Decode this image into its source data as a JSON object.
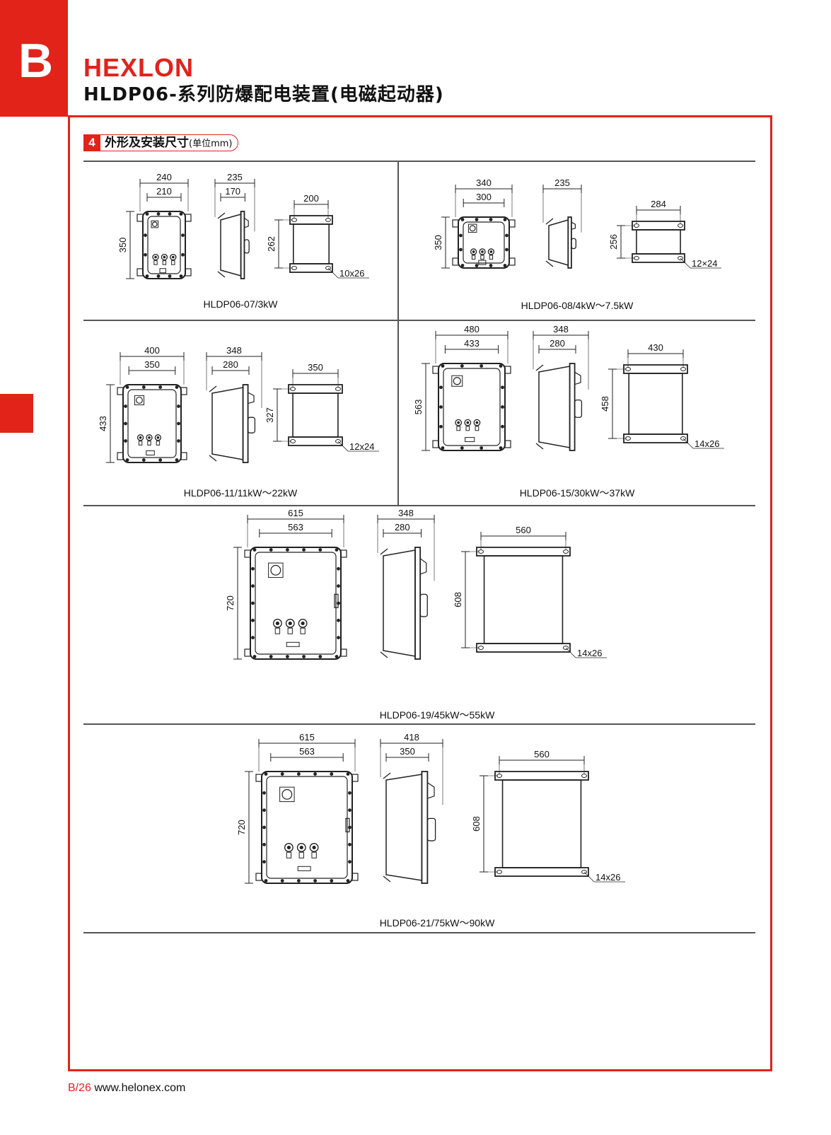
{
  "header": {
    "section_letter": "B",
    "brand": "HEXLON",
    "title": "HLDP06-系列防爆配电装置(电磁起动器)"
  },
  "section": {
    "number": "4",
    "title": "外形及安装尺寸",
    "unit": "(单位mm)"
  },
  "models": [
    {
      "caption": "HLDP06-07/3kW",
      "front": {
        "outer": "240",
        "inner": "210",
        "height": "350"
      },
      "side": {
        "outer": "235",
        "inner": "170"
      },
      "mount": {
        "width": "200",
        "height": "262",
        "hole": "10x26"
      }
    },
    {
      "caption": "HLDP06-08/4kW～7.5kW",
      "front": {
        "outer": "340",
        "inner": "300",
        "height": "350"
      },
      "side": {
        "outer": "235",
        "inner": ""
      },
      "mount": {
        "width": "284",
        "height": "256",
        "hole": "12×24"
      }
    },
    {
      "caption": "HLDP06-11/11kW～22kW",
      "front": {
        "outer": "400",
        "inner": "350",
        "height": "433"
      },
      "side": {
        "outer": "348",
        "inner": "280"
      },
      "mount": {
        "width": "350",
        "height": "327",
        "hole": "12x24"
      }
    },
    {
      "caption": "HLDP06-15/30kW～37kW",
      "front": {
        "outer": "480",
        "inner": "433",
        "height": "563"
      },
      "side": {
        "outer": "348",
        "inner": "280"
      },
      "mount": {
        "width": "430",
        "height": "458",
        "hole": "14x26"
      }
    },
    {
      "caption": "HLDP06-19/45kW～55kW",
      "front": {
        "outer": "615",
        "inner": "563",
        "height": "720"
      },
      "side": {
        "outer": "348",
        "inner": "280"
      },
      "mount": {
        "width": "560",
        "height": "608",
        "hole": "14x26"
      }
    },
    {
      "caption": "HLDP06-21/75kW～90kW",
      "front": {
        "outer": "615",
        "inner": "563",
        "height": "720"
      },
      "side": {
        "outer": "418",
        "inner": "350"
      },
      "mount": {
        "width": "560",
        "height": "608",
        "hole": "14x26"
      }
    }
  ],
  "footer": {
    "page": "B/26",
    "website": "www.helonex.com"
  },
  "colors": {
    "accent": "#e2231a",
    "line": "#555555",
    "drawing": "#222222"
  }
}
